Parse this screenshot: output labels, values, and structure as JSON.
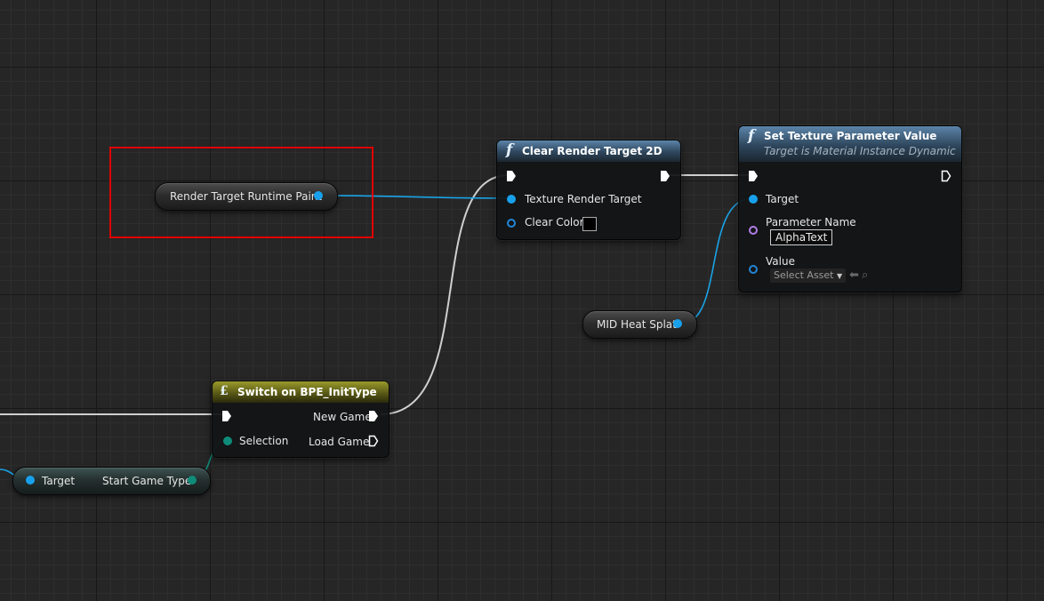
{
  "colors": {
    "exec_wire": "#d9d9d9",
    "object_wire": "#1aa3e6",
    "enum_wire": "#0e8a78",
    "selection": "#e00000"
  },
  "variables": {
    "render_target": {
      "label": "Render Target Runtime Paint"
    },
    "mid_heat_splat": {
      "label": "MID Heat Splat"
    },
    "start_game_type": {
      "target_label": "Target",
      "output_label": "Start Game Type"
    }
  },
  "clear_render_target": {
    "title": "Clear Render Target 2D",
    "icon": "function-icon",
    "pins": {
      "texture": "Texture Render Target",
      "clear_color": "Clear Color"
    }
  },
  "set_texture_param": {
    "title": "Set Texture Parameter Value",
    "subtitle": "Target is Material Instance Dynamic",
    "icon": "function-icon",
    "pins": {
      "target": "Target",
      "param_name": "Parameter Name",
      "param_value": "AlphaText",
      "value": "Value",
      "value_placeholder": "Select Asset"
    }
  },
  "switch_node": {
    "title": "Switch on BPE_InitType",
    "icon": "switch-icon",
    "pins": {
      "selection": "Selection",
      "new_game": "New Game",
      "load_game": "Load Game"
    }
  }
}
